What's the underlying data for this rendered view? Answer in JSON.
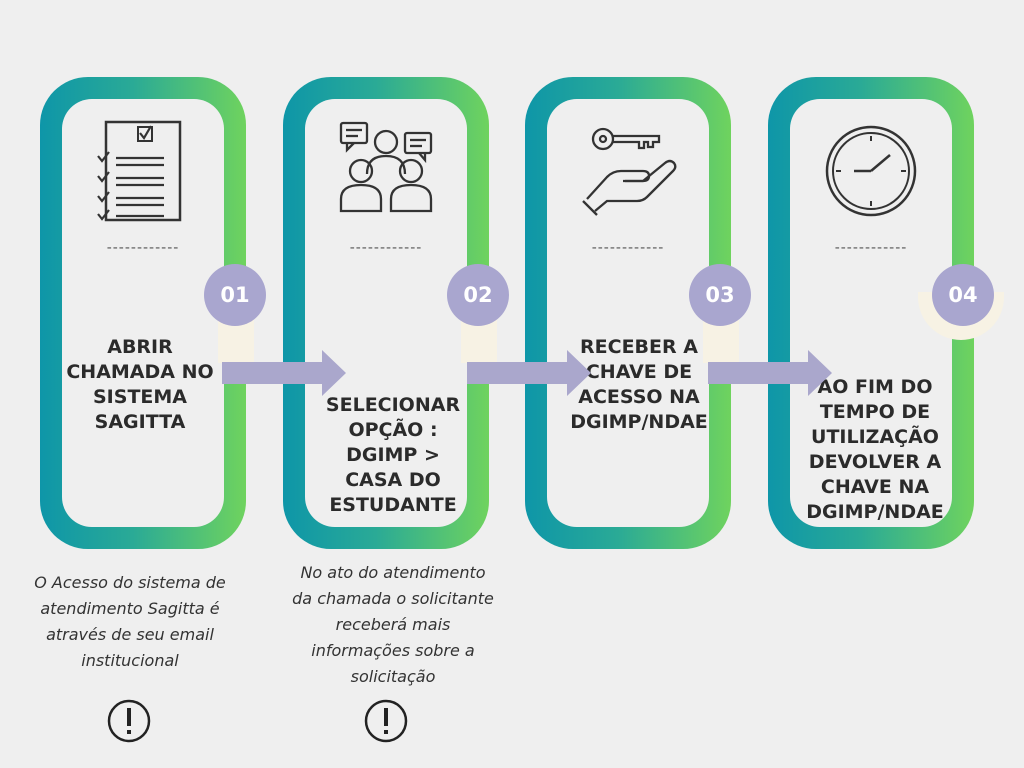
{
  "steps": [
    {
      "number": "01",
      "text": "ABRIR\nCHAMADA NO\nSISTEMA\nSAGITTA",
      "icon": "checklist-icon"
    },
    {
      "number": "02",
      "text": "SELECIONAR\nOPÇÃO :\nDGIMP >\nCASA DO\nESTUDANTE",
      "icon": "meeting-icon"
    },
    {
      "number": "03",
      "text": "RECEBER A\nCHAVE DE\nACESSO NA\nDGIMP/NDAE",
      "icon": "key-hand-icon"
    },
    {
      "number": "04",
      "text": "AO FIM DO\nTEMPO DE\nUTILIZAÇÃO\nDEVOLVER A\nCHAVE NA\nDGIMP/NDAE",
      "icon": "clock-icon"
    }
  ],
  "separator": "------------",
  "notes": [
    "O Acesso do sistema de\natendimento Sagitta é\natravés de seu email\ninstitucional",
    "No ato do atendimento\nda chamada o solicitante\nreceberá mais\ninformações sobre a\nsolicitação"
  ],
  "colors": {
    "gradient_start": "#0e96a8",
    "gradient_end": "#6fd35e",
    "badge": "#a9a6cf",
    "arrow": "#aaa7cc",
    "background": "#efefef"
  }
}
